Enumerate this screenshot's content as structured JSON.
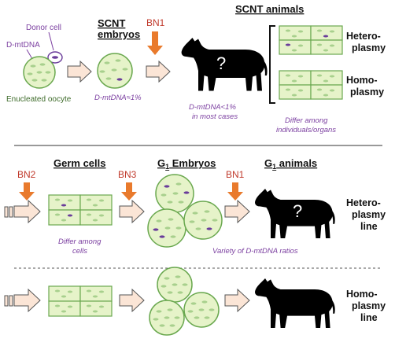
{
  "top": {
    "donor_cell": "Donor cell",
    "d_mtdna": "D-mtDNA",
    "enucleated_oocyte": "Enucleated oocyte",
    "scnt_embryos_line1": "SCNT",
    "scnt_embryos_line2": "embryos",
    "scnt_embryo_ratio": "D-mtDNA≈1%",
    "bn1": "BN1",
    "scnt_animals": "SCNT animals",
    "animal_ratio_line1": "D-mtDNA<1%",
    "animal_ratio_line2": "in most cases",
    "differ_line1": "Differ among",
    "differ_line2": "individuals/organs",
    "hetero_line1": "Hetero-",
    "hetero_line2": "plasmy",
    "homo_line1": "Homo-",
    "homo_line2": "plasmy",
    "question": "?"
  },
  "middle": {
    "bn2": "BN2",
    "germ_cells": "Germ cells",
    "germ_differ_line1": "Differ among",
    "germ_differ_line2": "cells",
    "bn3": "BN3",
    "g1_embryos_prefix": "G",
    "g1_embryos_sub": "1",
    "g1_embryos_suffix": " Embryos",
    "bn1": "BN1",
    "g1_animals_prefix": "G",
    "g1_animals_sub": "1",
    "g1_animals_suffix": " animals",
    "variety": "Variety of D-mtDNA ratios",
    "question": "?",
    "hetero_line1": "Hetero-",
    "hetero_line2": "plasmy",
    "hetero_line3": "line"
  },
  "bottom": {
    "homo_line1": "Homo-",
    "homo_line2": "plasmy",
    "homo_line3": "line"
  },
  "colors": {
    "cell_fill": "#e6f3c9",
    "cell_stroke": "#6aa84f",
    "mito_fill": "#a8d08d",
    "d_mito_fill": "#6a3d9a",
    "arrow_fill": "#fbe5d6",
    "bn_arrow": "#e97a2c",
    "purple_text": "#7b3fa0"
  }
}
